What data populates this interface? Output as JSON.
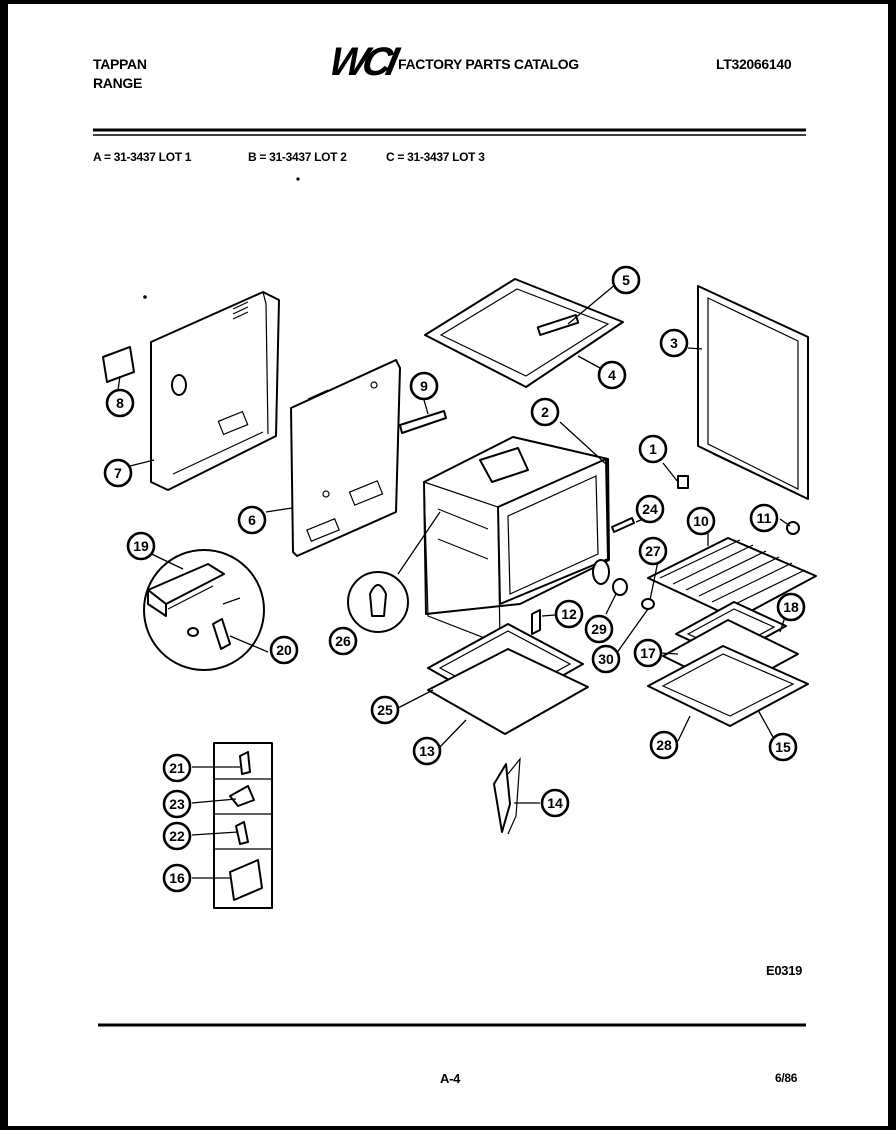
{
  "header": {
    "brand_line1": "TAPPAN",
    "brand_line2": "RANGE",
    "logo_text": "WCI",
    "catalog_title": "FACTORY PARTS CATALOG",
    "model_number": "LT32066140"
  },
  "lots": {
    "a": "A = 31-3437 LOT 1",
    "b": "B = 31-3437 LOT 2",
    "c": "C = 31-3437 LOT 3"
  },
  "callouts": [
    "1",
    "2",
    "3",
    "4",
    "5",
    "6",
    "7",
    "8",
    "9",
    "10",
    "11",
    "12",
    "13",
    "14",
    "15",
    "16",
    "17",
    "18",
    "19",
    "20",
    "21",
    "22",
    "23",
    "24",
    "25",
    "26",
    "27",
    "28",
    "29",
    "30"
  ],
  "footer": {
    "drawing_code": "E0319",
    "page_number": "A-4",
    "date": "6/86"
  }
}
